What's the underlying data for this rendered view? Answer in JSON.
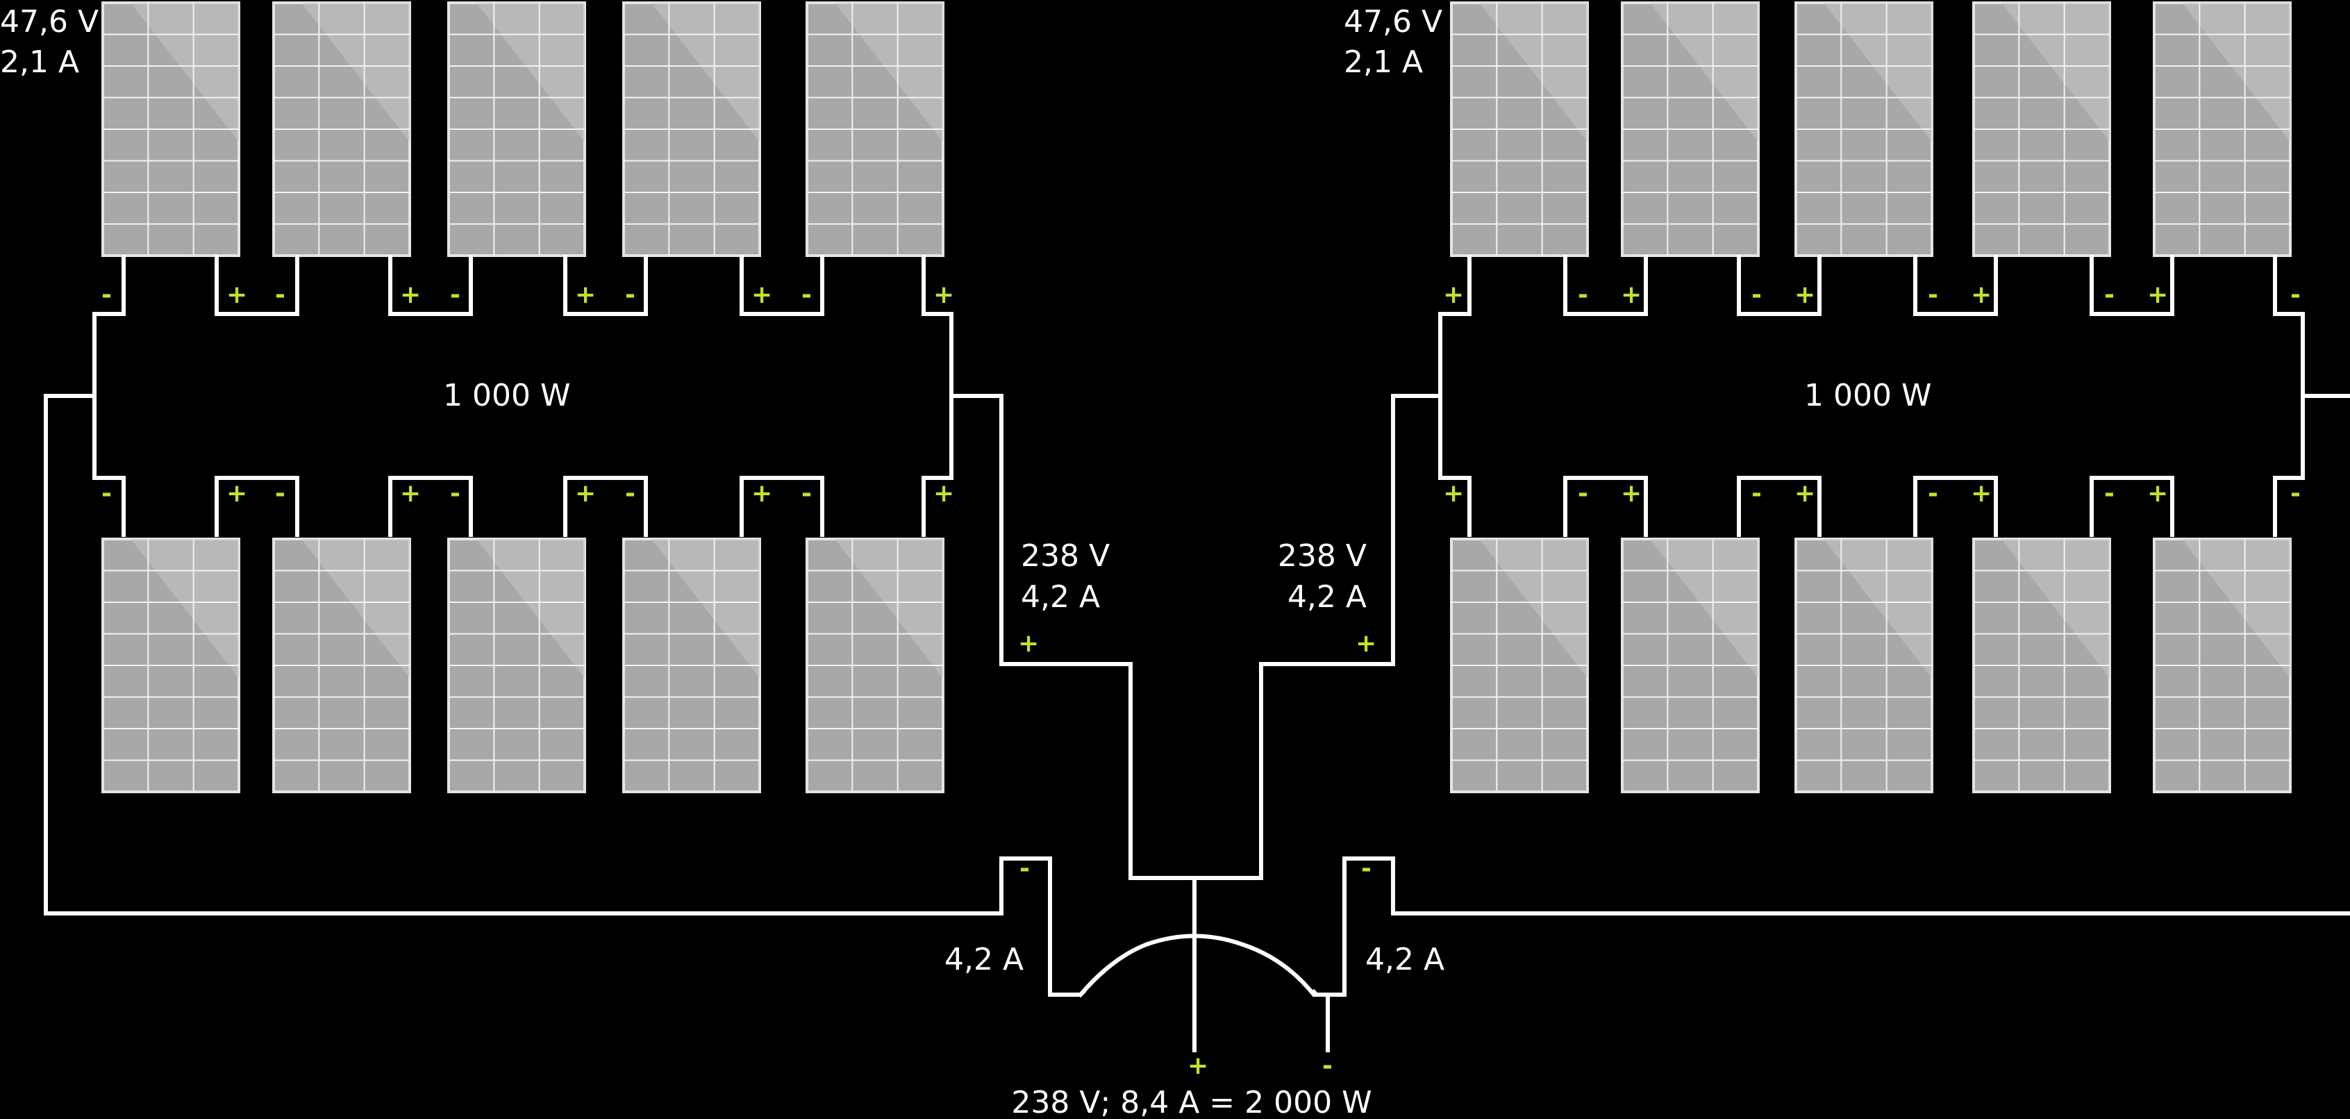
{
  "diagram": {
    "left_array": {
      "panel_voltage": "47,6 V",
      "panel_current": "2,1 A",
      "power": "1 000 W",
      "string_voltage": "238 V",
      "string_current": "4,2 A",
      "return_current": "4,2 A"
    },
    "right_array": {
      "panel_voltage": "47,6 V",
      "panel_current": "2,1 A",
      "power": "1 000 W",
      "string_voltage": "238 V",
      "string_current": "4,2 A",
      "return_current": "4,2 A"
    },
    "output_total": "238 V; 8,4 A = 2 000 W",
    "plus_sign": "+",
    "minus_sign": "-",
    "panels_per_row": 5,
    "rows_per_array": 2,
    "colors": {
      "background": "#000000",
      "wire": "#ffffff",
      "polarity": "#c6e02a",
      "panel": "#a8a8a8"
    }
  }
}
